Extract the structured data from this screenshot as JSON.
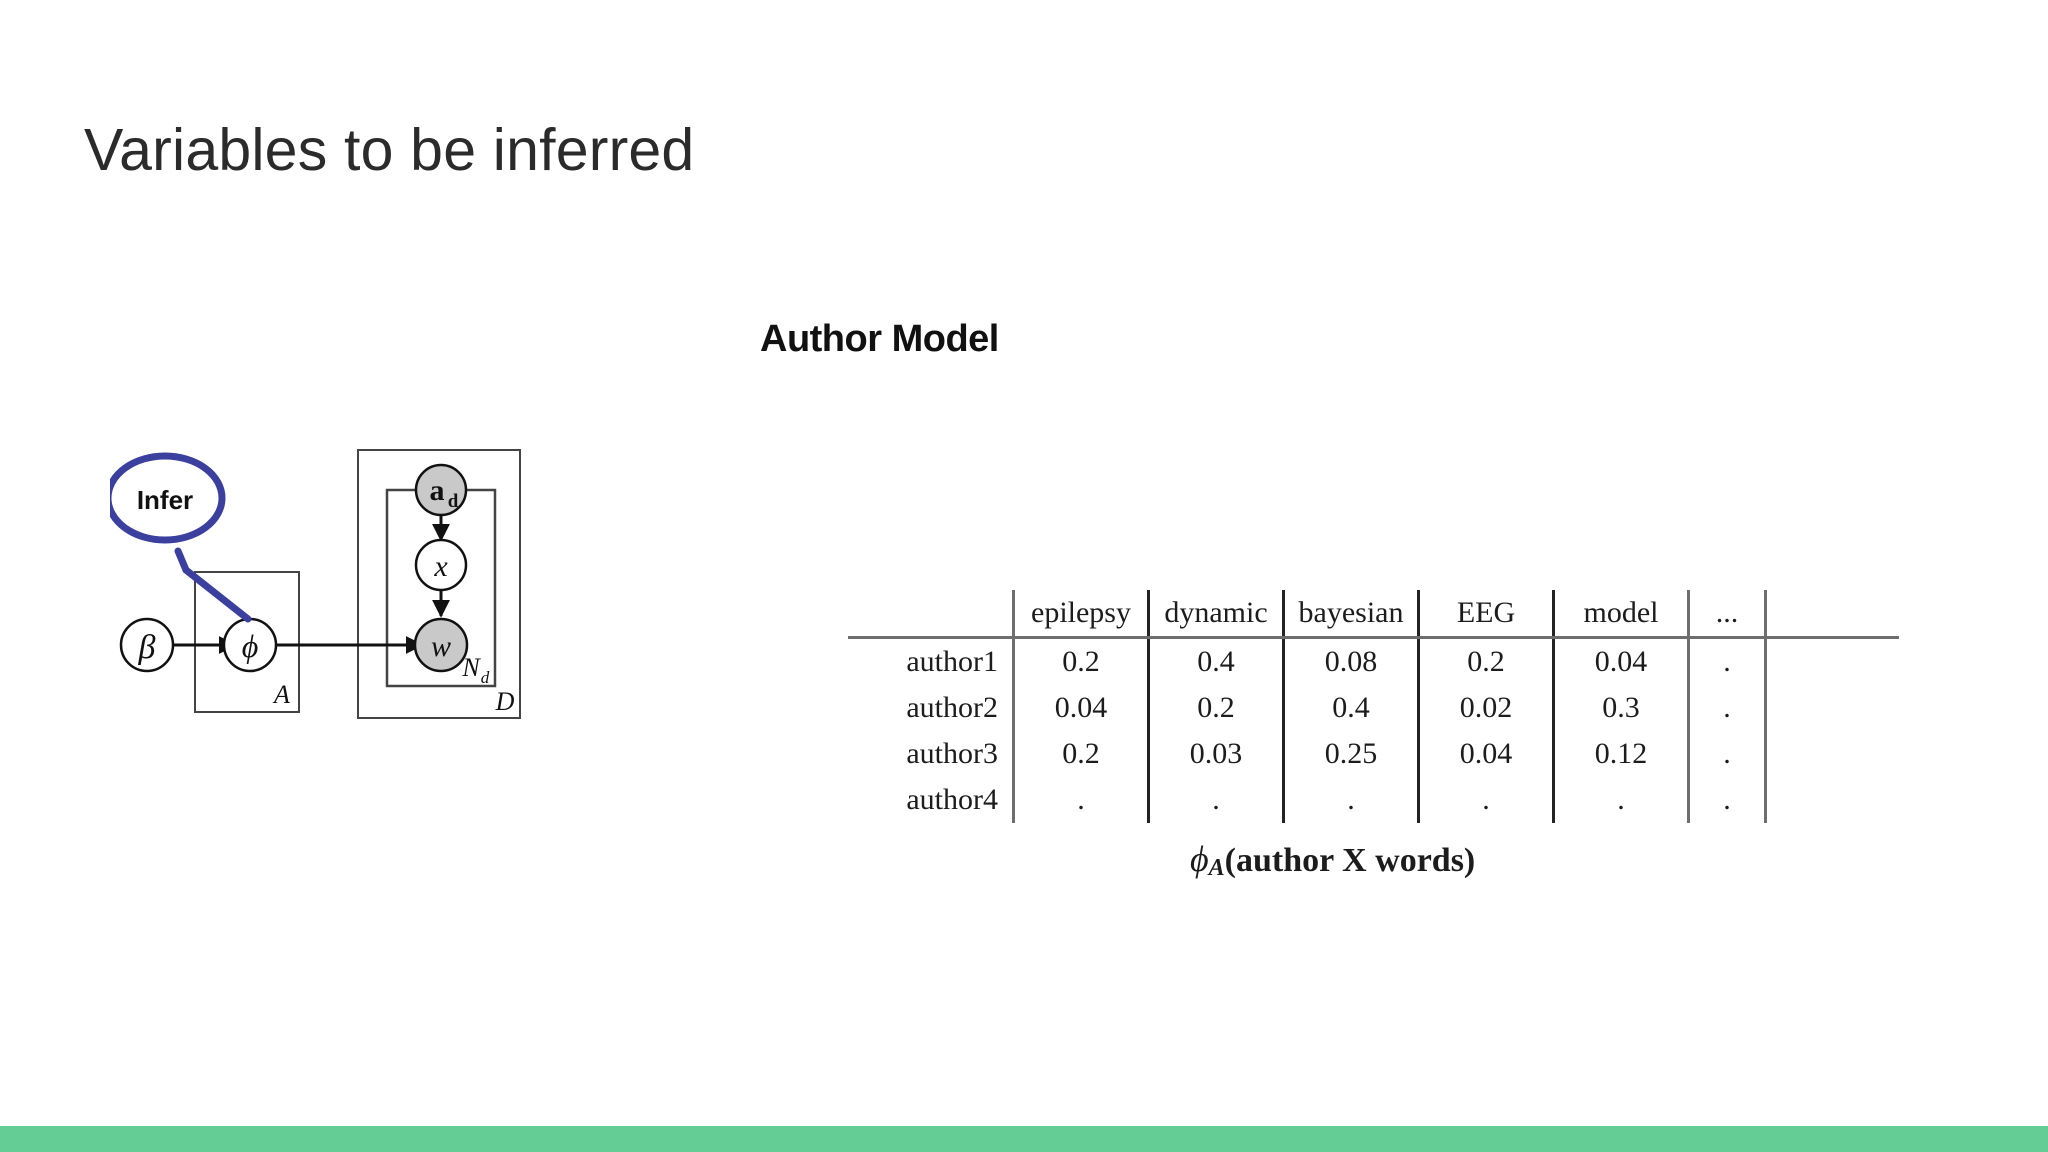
{
  "slide": {
    "title": "Variables to be inferred",
    "accent_color": "#63cd95",
    "background_color": "#ffffff",
    "title_color": "#2b2b2b"
  },
  "figure": {
    "heading": "Author Model",
    "callout": {
      "label": "Infer",
      "color": "#3b3f9e",
      "points_to": "phi-node"
    },
    "plate_diagram": {
      "nodes": [
        {
          "id": "beta",
          "label": "β",
          "shaded": false,
          "style": "italic-serif"
        },
        {
          "id": "phi",
          "label": "ϕ",
          "shaded": false,
          "style": "italic-serif"
        },
        {
          "id": "a_d",
          "label": "a",
          "subscript": "d",
          "shaded": true,
          "style": "bold-serif"
        },
        {
          "id": "x",
          "label": "x",
          "shaded": false,
          "style": "italic-serif"
        },
        {
          "id": "w",
          "label": "w",
          "shaded": true,
          "style": "italic-serif"
        }
      ],
      "plates": [
        {
          "id": "A",
          "label": "A"
        },
        {
          "id": "N_d",
          "label": "N",
          "subscript": "d"
        },
        {
          "id": "D",
          "label": "D"
        }
      ],
      "edges": [
        {
          "from": "beta",
          "to": "phi"
        },
        {
          "from": "phi",
          "to": "w"
        },
        {
          "from": "a_d",
          "to": "x"
        },
        {
          "from": "x",
          "to": "w"
        }
      ],
      "shaded_fill": "#c9c9c9",
      "stroke": "#111111"
    }
  },
  "chart_data": {
    "type": "table",
    "title": "ϕ_A(author X words)",
    "corner_label": "",
    "columns": [
      "epilepsy",
      "dynamic",
      "bayesian",
      "EEG",
      "model",
      "..."
    ],
    "rows": [
      "author1",
      "author2",
      "author3",
      "author4"
    ],
    "values": [
      [
        "0.2",
        "0.4",
        "0.08",
        "0.2",
        "0.04",
        "."
      ],
      [
        "0.04",
        "0.2",
        "0.4",
        "0.02",
        "0.3",
        "."
      ],
      [
        "0.2",
        "0.03",
        "0.25",
        "0.04",
        "0.12",
        "."
      ],
      [
        ".",
        ".",
        ".",
        ".",
        ".",
        "."
      ]
    ],
    "caption": "ϕ_A(author X words)",
    "caption_symbol": "ϕ",
    "caption_subscript": "A",
    "caption_text": "(author X words)"
  }
}
